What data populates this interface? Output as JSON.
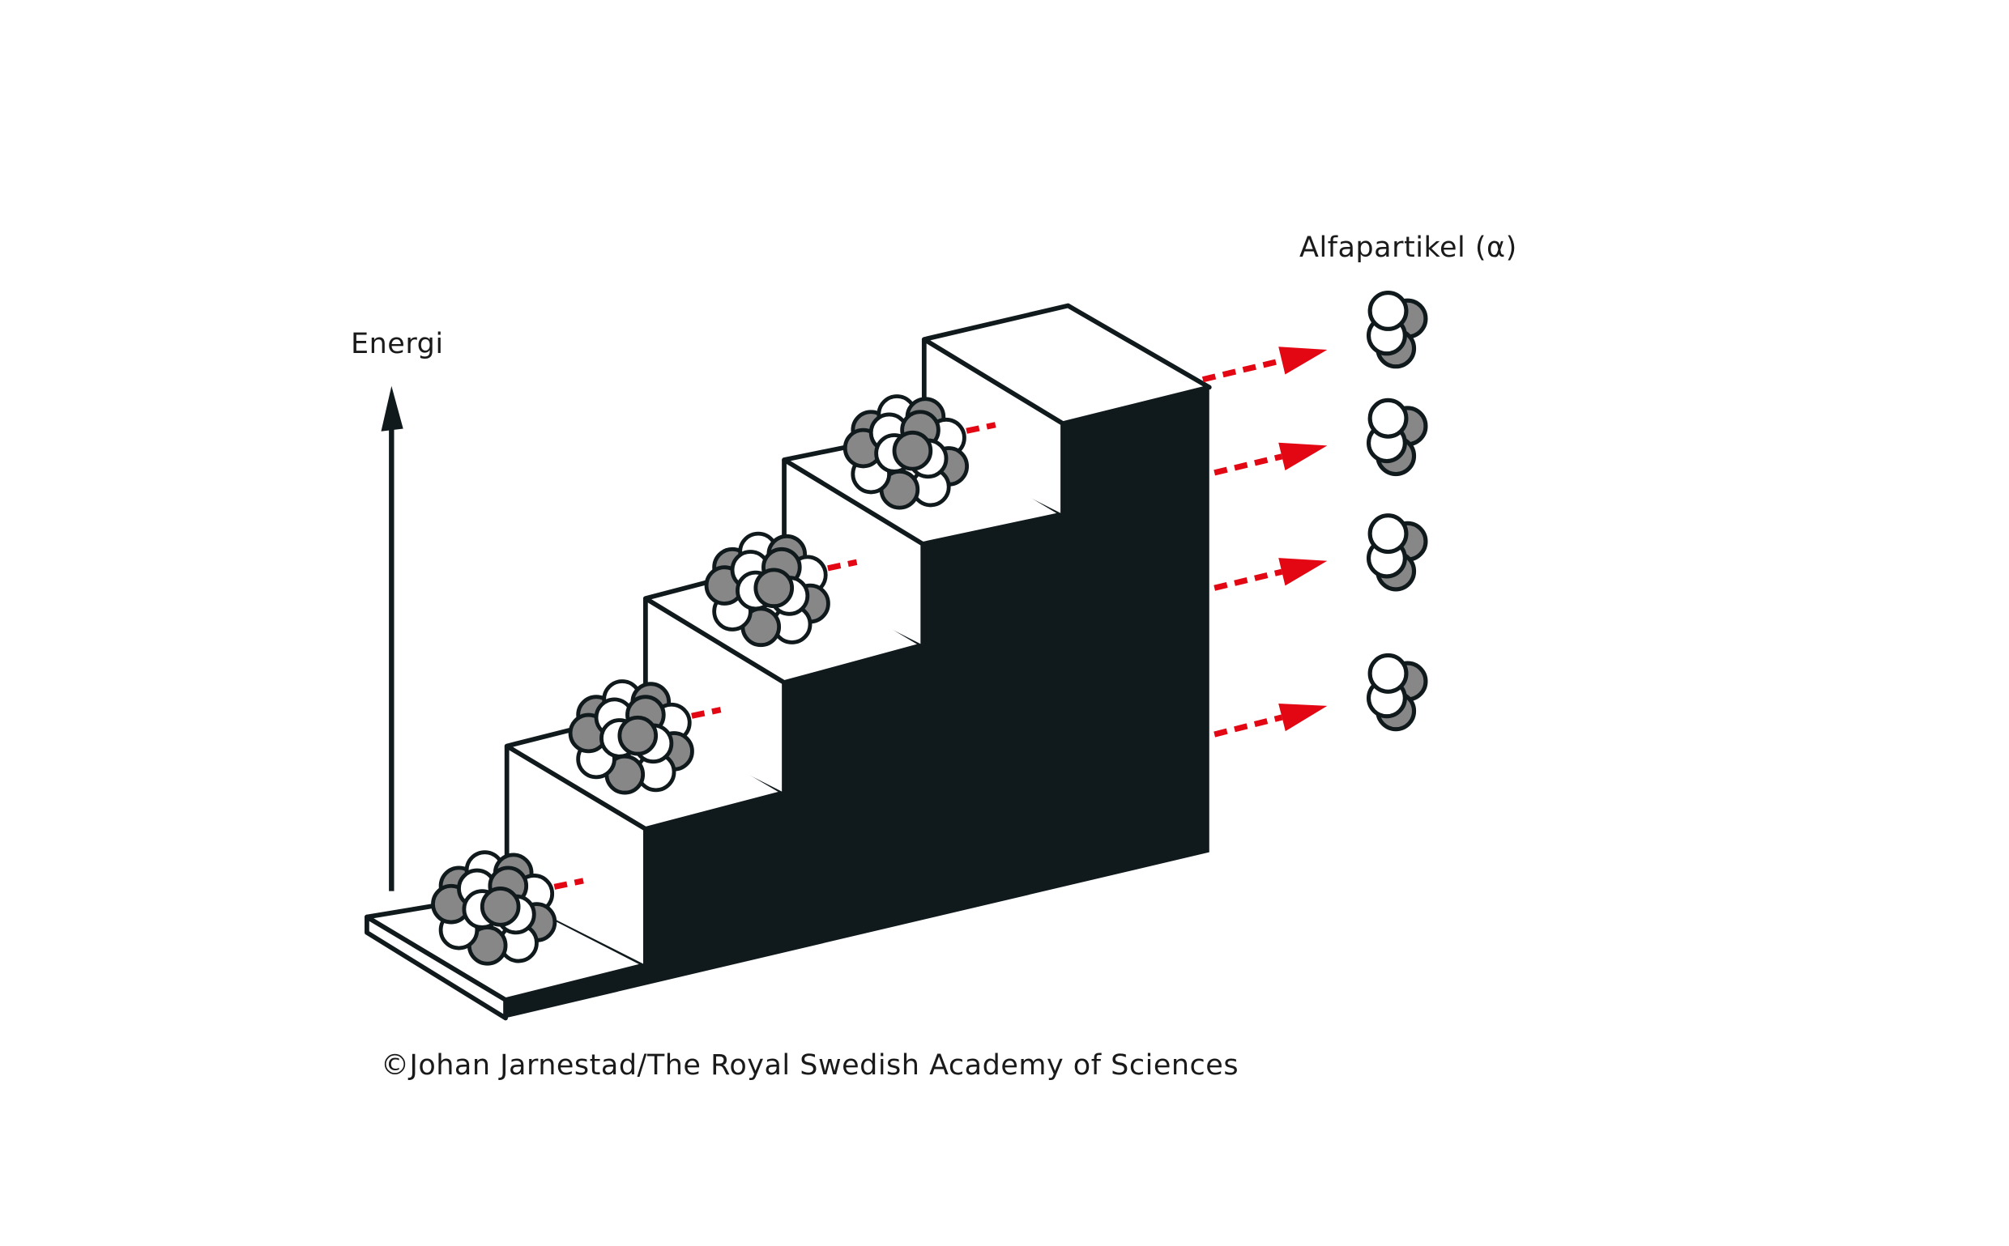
{
  "diagram": {
    "axis_label": "Energi",
    "emitted_particle_label": "Alfapartikel (α)",
    "credit": "©Johan Jarnestad/The Royal Swedish Academy of Sciences",
    "step_count": 4,
    "nuclei_count": 4,
    "alpha_particles_count": 4,
    "colors": {
      "outline": "#10191c",
      "riser_fill": "#10191c",
      "surface": "#ffffff",
      "nucleon_gray": "#878787",
      "nucleon_white": "#ffffff",
      "emission_arrow": "#e30613"
    }
  }
}
